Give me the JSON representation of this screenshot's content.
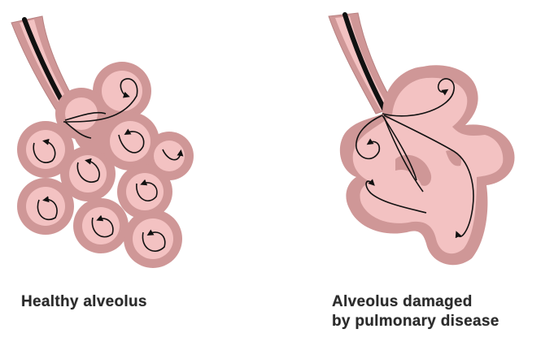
{
  "labels": {
    "healthy": "Healthy alveolus",
    "damaged_line1": "Alveolus damaged",
    "damaged_line2": "by pulmonary disease"
  },
  "colors": {
    "wall": "#cf9797",
    "lumen": "#f3c2c2",
    "airway_stripe": "#111111",
    "arrow": "#111111",
    "text": "#2a2a2a"
  }
}
